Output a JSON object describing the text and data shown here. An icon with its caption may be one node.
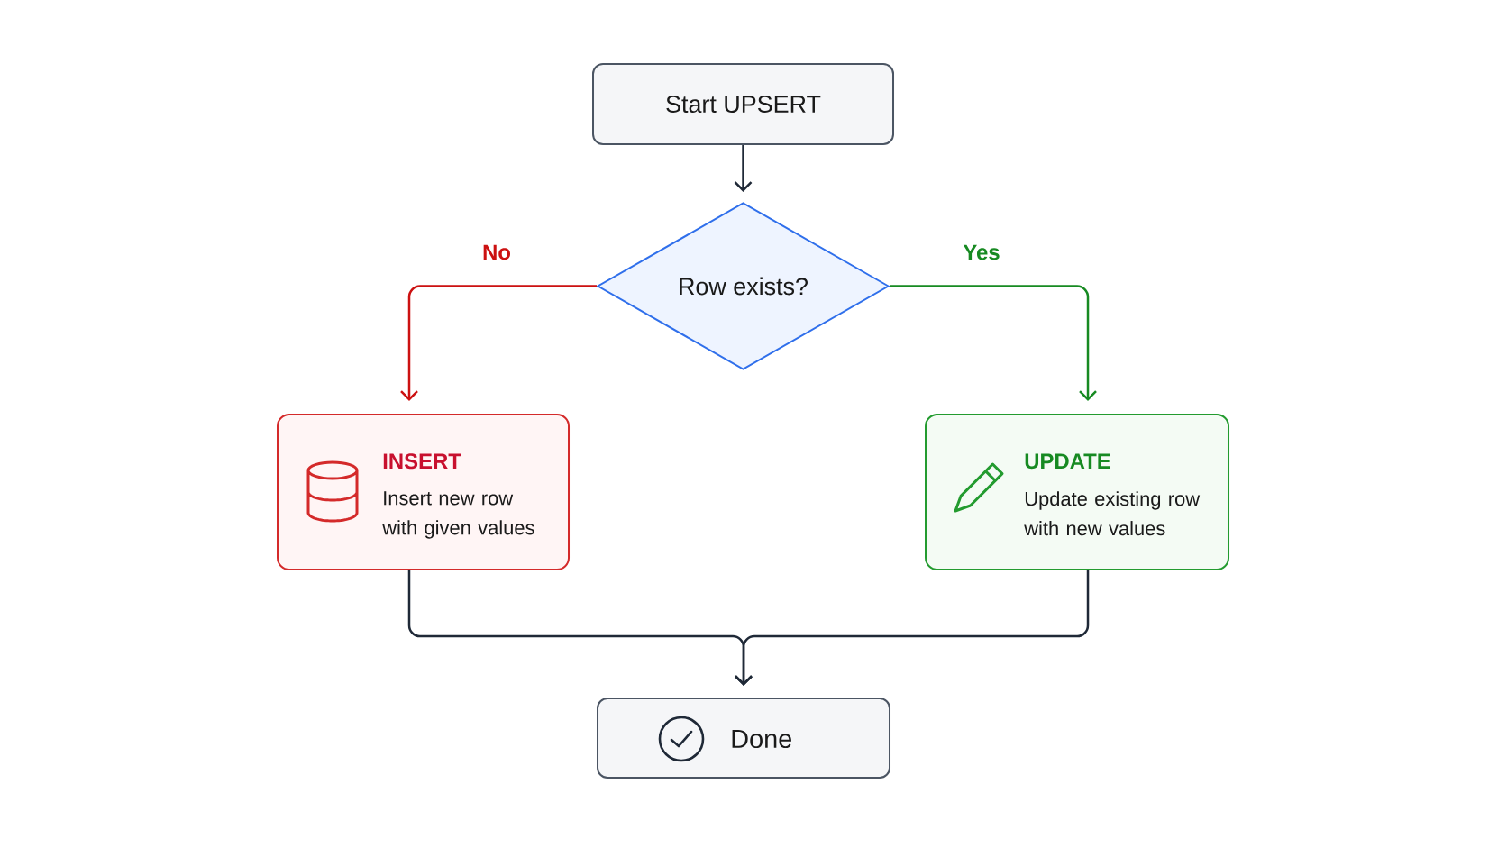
{
  "diagram": {
    "nodes": [
      {
        "text": [
          "Start UPSERT"
        ]
      },
      {
        "text": [
          "Row exists?"
        ]
      },
      {
        "text": [
          "INSERT",
          "Insert new row with given values"
        ]
      },
      {
        "text": [
          "UPDATE",
          "Update existing row with new values"
        ]
      },
      {
        "text": [
          "Done"
        ]
      }
    ],
    "edges": [
      {
        "from": 0,
        "to": 1,
        "arrow": "to"
      },
      {
        "from": 1,
        "to": 2,
        "arrow": "to",
        "label": "No",
        "color": "#cc1111"
      },
      {
        "from": 1,
        "to": 3,
        "arrow": "to",
        "label": "Yes",
        "color": "#178a22"
      },
      {
        "from": 2,
        "to": 4,
        "arrow": "to"
      },
      {
        "from": 3,
        "to": 4,
        "arrow": "to"
      }
    ]
  }
}
